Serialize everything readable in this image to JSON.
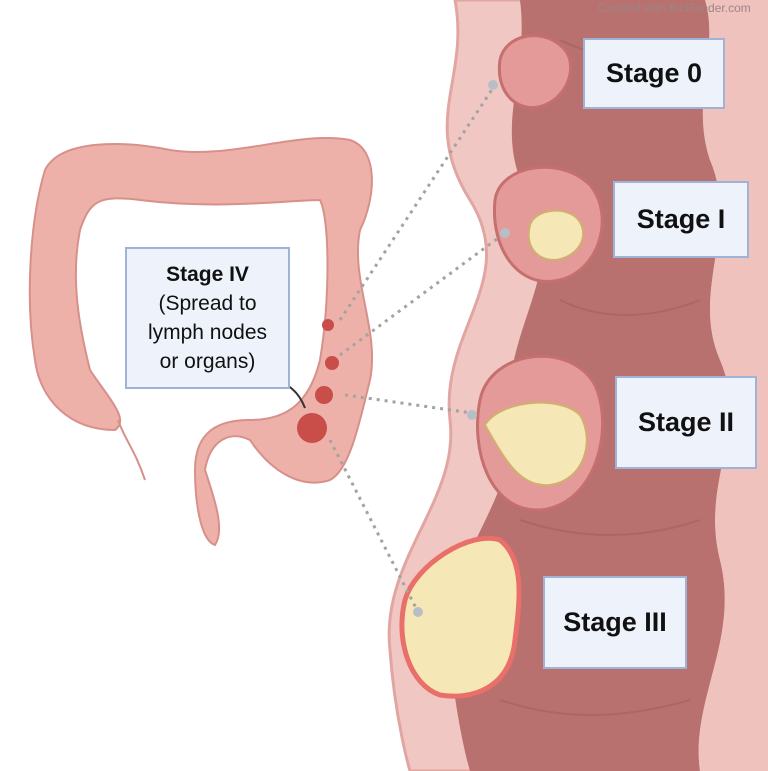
{
  "watermark": "Created with BioRender.com",
  "stages": {
    "stage0": "Stage 0",
    "stage1": "Stage I",
    "stage2": "Stage II",
    "stage3": "Stage III",
    "stage4": {
      "title": "Stage IV",
      "line1": "(Spread to",
      "line2": "lymph nodes",
      "line3": "or organs)"
    }
  },
  "colors": {
    "colon": "#eeb1aa",
    "wall": "#f1c7c3",
    "lumen": "#b8716e",
    "tumor": "#f6e7b6",
    "label_bg": "#eef3fb",
    "label_border": "#9fb3d6"
  }
}
